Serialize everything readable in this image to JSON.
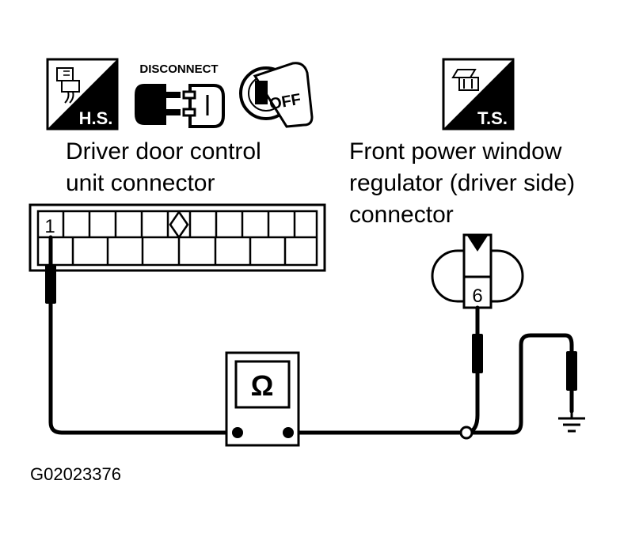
{
  "icons": {
    "harness_side": {
      "label": "H.S.",
      "icon": "harness-side-icon"
    },
    "disconnect": {
      "label": "DISCONNECT",
      "icon": "disconnect-connector-icon"
    },
    "ignition": {
      "label": "OFF",
      "icon": "ignition-key-off-icon"
    },
    "terminal_side": {
      "label": "T.S.",
      "icon": "terminal-side-icon"
    }
  },
  "left_connector": {
    "title_lines": [
      "Driver door control",
      "unit connector"
    ],
    "terminal": "1"
  },
  "right_connector": {
    "title_lines": [
      "Front power window",
      "regulator (driver side)",
      "connector"
    ],
    "terminal": "6"
  },
  "meter": {
    "symbol": "Ω",
    "icon": "ohmmeter-icon"
  },
  "ground": {
    "icon": "ground-icon"
  },
  "figure_id": "G02023376"
}
